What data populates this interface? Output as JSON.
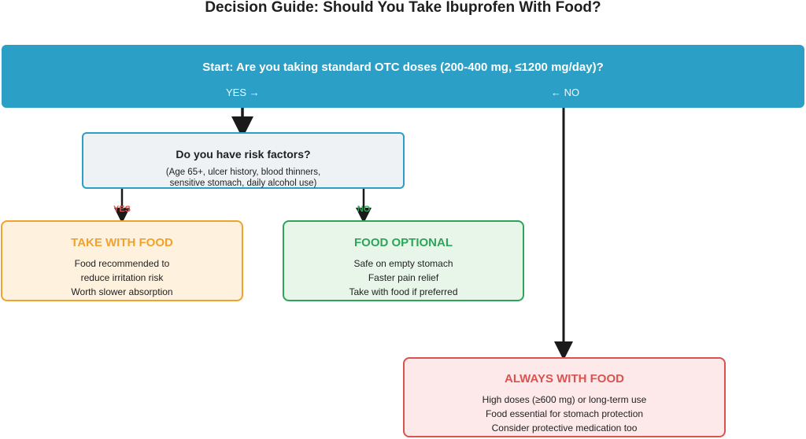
{
  "title": "Decision Guide: Should You Take Ibuprofen With Food?",
  "start": {
    "question": "Start: Are you taking standard OTC doses (200-400 mg, ≤1200 mg/day)?",
    "yes_label": "YES →",
    "no_label": "← NO"
  },
  "risk": {
    "question": "Do you have risk factors?",
    "details": [
      "(Age 65+, ulcer history, blood thinners,",
      "sensitive stomach, daily alcohol use)"
    ],
    "yes_label": "YES",
    "no_label": "NO"
  },
  "outcomes": {
    "take_with_food": {
      "heading": "TAKE WITH FOOD",
      "lines": [
        "Food recommended to",
        "reduce irritation risk",
        "Worth slower absorption"
      ]
    },
    "food_optional": {
      "heading": "FOOD OPTIONAL",
      "lines": [
        "Safe on empty stomach",
        "Faster pain relief",
        "Take with food if preferred"
      ]
    },
    "always_with_food": {
      "heading": "ALWAYS WITH FOOD",
      "lines": [
        "High doses (≥600 mg) or long-term use",
        "Food essential for stomach protection",
        "Consider protective medication too"
      ]
    }
  },
  "colors": {
    "start": "#2b9fc6",
    "take_with_food": "#f0a22e",
    "food_optional": "#2ca55a",
    "always_with_food": "#d9534f",
    "arrow": "#1a1a1a"
  }
}
